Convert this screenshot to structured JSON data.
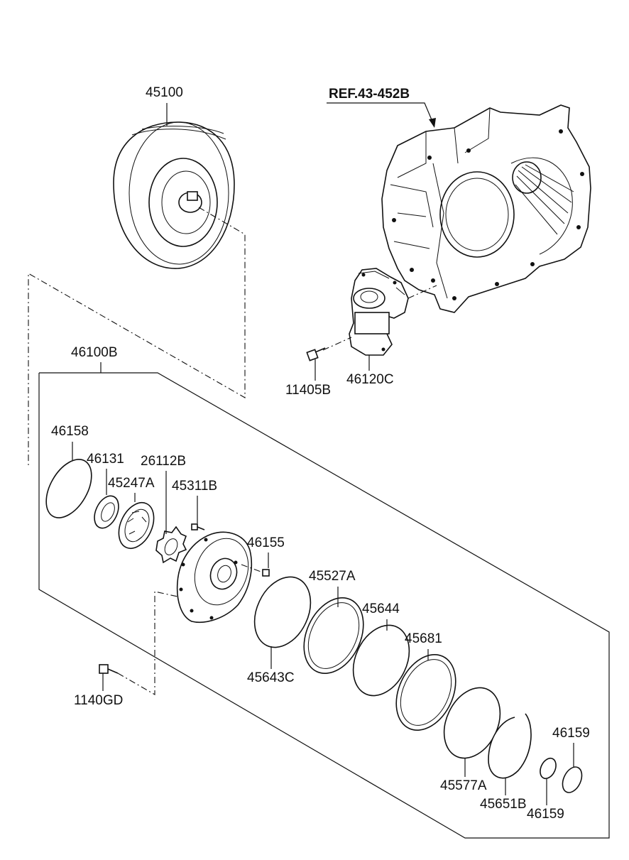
{
  "labels": {
    "torque_converter": "45100",
    "ref_case": "REF.43-452B",
    "pump_assembly": "46100B",
    "solenoid_valve": "46120C",
    "bolt_11405b": "11405B",
    "oring_46158": "46158",
    "seal_46131": "46131",
    "gear_45247a": "45247A",
    "gear_26112b": "26112B",
    "screw_45311b": "45311B",
    "plug_46155": "46155",
    "ring_45527a": "45527A",
    "ring_45644": "45644",
    "ring_45681": "45681",
    "ring_45643c": "45643C",
    "bolt_1140gd": "1140GD",
    "ring_45577a": "45577A",
    "snap_45651b": "45651B",
    "ring_46159_top": "46159",
    "ring_46159_bottom": "46159"
  }
}
